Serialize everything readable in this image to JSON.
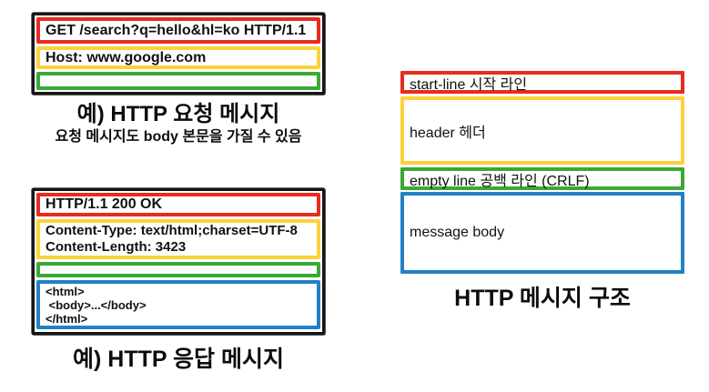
{
  "colors": {
    "red": "#e82b1e",
    "yellow": "#fbd23a",
    "green": "#3aa935",
    "blue": "#2280c6",
    "frame": "#161616",
    "background": "#ffffff"
  },
  "request_example": {
    "rows": [
      {
        "name": "start-line",
        "color": "red",
        "lines": [
          "GET /search?q=hello&hl=ko HTTP/1.1"
        ]
      },
      {
        "name": "header",
        "color": "yellow",
        "lines": [
          "Host: www.google.com"
        ]
      },
      {
        "name": "empty-line",
        "color": "green",
        "lines": []
      }
    ],
    "caption": "예) HTTP 요청 메시지",
    "subcaption": "요청 메시지도 body 본문을 가질 수 있음"
  },
  "response_example": {
    "rows": [
      {
        "name": "start-line",
        "color": "red",
        "lines": [
          "HTTP/1.1 200 OK"
        ]
      },
      {
        "name": "header",
        "color": "yellow",
        "lines": [
          "Content-Type: text/html;charset=UTF-8",
          "Content-Length: 3423"
        ]
      },
      {
        "name": "empty-line",
        "color": "green",
        "lines": []
      },
      {
        "name": "message-body",
        "color": "blue",
        "lines": [
          "<html>",
          " <body>...</body>",
          "</html>"
        ]
      }
    ],
    "caption": "예) HTTP 응답 메시지"
  },
  "structure": {
    "rows": [
      {
        "name": "start-line",
        "color": "red",
        "label": "start-line 시작 라인"
      },
      {
        "name": "header",
        "color": "yellow",
        "label": "header 헤더"
      },
      {
        "name": "empty-line",
        "color": "green",
        "label": "empty line 공백 라인 (CRLF)"
      },
      {
        "name": "message-body",
        "color": "blue",
        "label": "message body"
      }
    ],
    "caption": "HTTP 메시지 구조"
  }
}
